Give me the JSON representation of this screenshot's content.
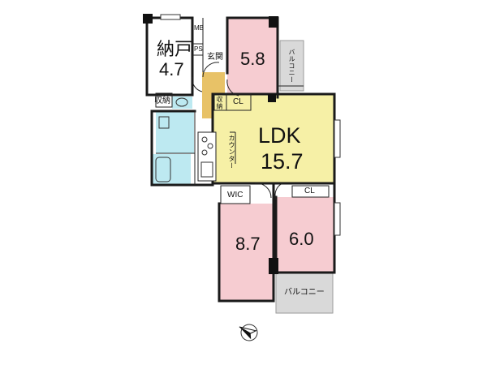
{
  "floor_plan": {
    "rooms": {
      "nando": {
        "name": "納戸",
        "size": "4.7"
      },
      "room_north": {
        "size": "5.8"
      },
      "ldk": {
        "name": "LDK",
        "size": "15.7"
      },
      "room_sw": {
        "size": "8.7"
      },
      "room_se": {
        "size": "6.0"
      }
    },
    "labels": {
      "entrance": "玄関",
      "storage_a": "収納",
      "storage_b": "収納",
      "closet_a": "CL",
      "closet_b": "CL",
      "wic": "WIC",
      "mb": "MB",
      "ps": "PS",
      "counter": "カウンター",
      "balcony_north": "バルコニー",
      "balcony_south": "バルコニー"
    },
    "colors": {
      "bedroom_pink": "#f6ccd1",
      "living_yellow": "#f6f0a6",
      "entrance_gold": "#e8c267",
      "water_cyan": "#bde9f1",
      "balcony_gray": "#d9d9d9",
      "wall": "#1a1a1a"
    },
    "compass_icon": "north-arrow-icon"
  }
}
